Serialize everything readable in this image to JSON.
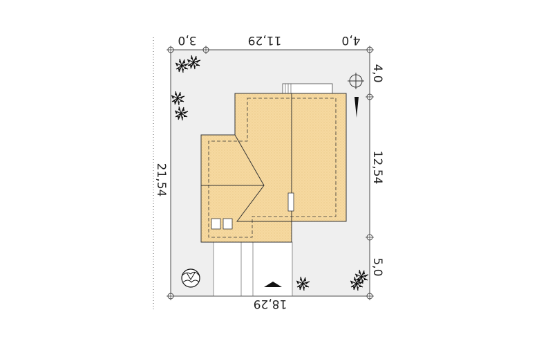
{
  "dimensions": {
    "top_left": "3,0",
    "top_middle": "11,29",
    "top_right": "4,0",
    "right_top": "4,0",
    "right_middle": "12,54",
    "right_bottom": "5,0",
    "left_total": "21,54",
    "bottom_total": "18,29"
  },
  "colors": {
    "plot": "#efefef",
    "roof": "#f6d9a0",
    "roof_hatch": "#e6c27e",
    "line": "#333333"
  },
  "icons": [
    "north-arrow-icon",
    "plant-icon",
    "entrance-arrow-icon"
  ]
}
